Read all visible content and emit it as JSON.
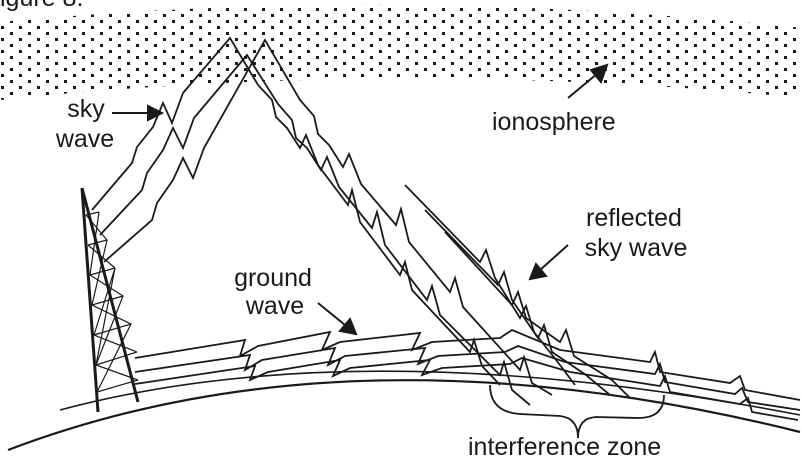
{
  "header_fragment": "igure 8.",
  "labels": {
    "sky_wave": [
      "sky",
      "wave"
    ],
    "ionosphere": "ionosphere",
    "reflected_sky_wave": [
      "reflected",
      "sky wave"
    ],
    "ground_wave": [
      "ground",
      "wave"
    ],
    "interference_zone": "interference zone"
  },
  "colors": {
    "ink": "#1a1a1a",
    "background": "#ffffff"
  }
}
